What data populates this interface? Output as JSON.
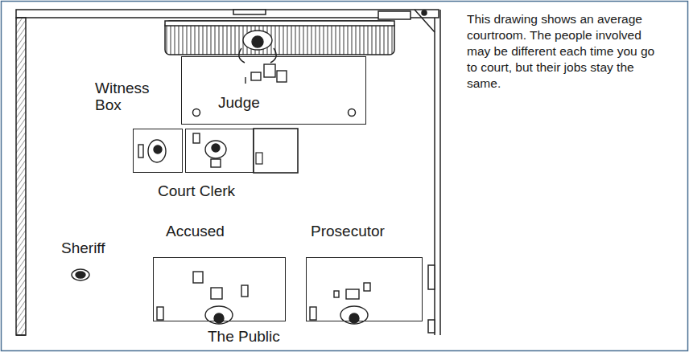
{
  "diagram": {
    "caption": "This drawing shows an average courtroom. The people involved may be different each time you go to court, but their jobs stay the same.",
    "nodes": [
      {
        "text": [
          "Judge"
        ]
      },
      {
        "text": [
          "Witness Box"
        ]
      },
      {
        "text": [
          "Court Clerk"
        ]
      },
      {
        "text": [
          "Accused"
        ]
      },
      {
        "text": [
          "Prosecutor"
        ]
      }
    ],
    "labels": [
      "Sheriff",
      "The Public"
    ]
  }
}
